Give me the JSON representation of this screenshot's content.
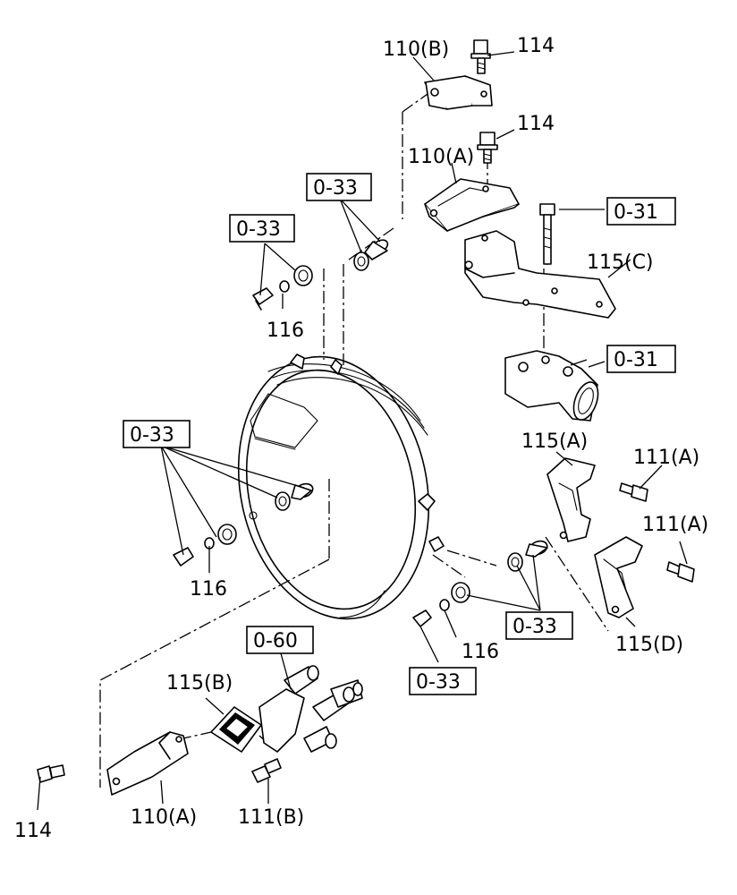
{
  "diagram": {
    "labels": {
      "l_110b": "110(B)",
      "l_114_top": "114",
      "l_114_mid": "114",
      "l_110a_top": "110(A)",
      "l_115c": "115(C)",
      "l_115a": "115(A)",
      "l_111a_1": "111(A)",
      "l_111a_2": "111(A)",
      "l_115d": "115(D)",
      "l_116_1": "116",
      "l_116_2": "116",
      "l_116_3": "116",
      "l_115b": "115(B)",
      "l_110a_bottom": "110(A)",
      "l_111b": "111(B)",
      "l_114_bottom": "114"
    },
    "refs": {
      "r_033_a": "0-33",
      "r_033_b": "0-33",
      "r_033_c": "0-33",
      "r_033_d": "0-33",
      "r_033_e": "0-33",
      "r_031_a": "0-31",
      "r_031_b": "0-31",
      "r_060": "0-60"
    }
  }
}
